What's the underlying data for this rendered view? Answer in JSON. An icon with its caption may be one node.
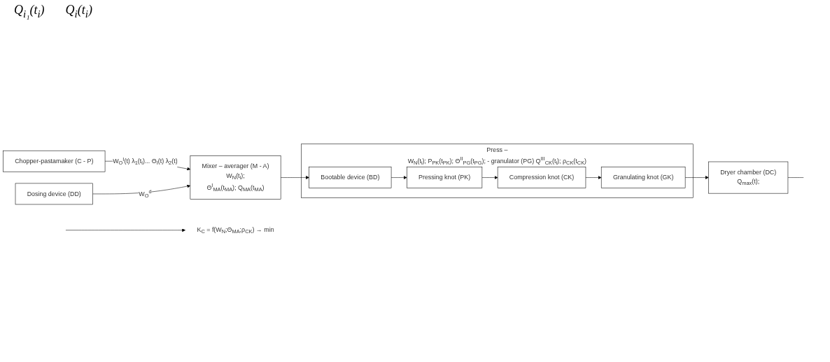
{
  "diagram": {
    "nodes": [
      {
        "text": [
          "Chopper-pastamaker (C - P)"
        ]
      },
      {
        "text": [
          "Dosing device (DD)"
        ]
      },
      {
        "text": [
          "Mixer – averager (M - A)",
          "W$_{N}$(t$_{i}$);",
          "Θ$^{I}$$_{MA}$(t$_{MA}$); Q$_{MA}$(t$_{MA}$)"
        ]
      },
      {
        "text": [
          "Press –",
          "W$_{N}$(t$_{i}$); P$_{PK}$(t$_{PK}$); Θ$^{II}$$_{PG}$(t$_{PG}$); - granulator (PG) Q$^{III}$$_{CK}$(t$_{i}$); ρ$_{CK}$(t$_{CK}$)"
        ]
      },
      {
        "text": [
          "Bootable device (BD)"
        ],
        "in": 3
      },
      {
        "text": [
          "Pressing knot (PK)"
        ],
        "in": 3
      },
      {
        "text": [
          "Compression knot (CK)"
        ],
        "in": 3
      },
      {
        "text": [
          "Granulating knot (GK)"
        ],
        "in": 3
      },
      {
        "text": [
          "Dryer chamber (DC)",
          "Q$_{max}$(t);"
        ]
      },
      {
        "text": [
          "K$_{C}$ = f(W$_{N}$;Θ$_{MA}$;ρ$_{CK}$) → min"
        ]
      }
    ],
    "edges": [
      {
        "from": 0,
        "to": 2,
        "arrow": "to",
        "label": "W$_{O}$$^{I}$(t) λ$_{1}$(t$_{i}$)... Θ$_{I}$(t) λ$_{2}$(t)"
      },
      {
        "from": 1,
        "to": 2,
        "arrow": "to",
        "label": "W$_{O}$$^{d}$"
      },
      {
        "from": 2,
        "to": 4,
        "arrow": "to"
      },
      {
        "from": 4,
        "to": 5,
        "arrow": "to"
      },
      {
        "from": 5,
        "to": 6,
        "arrow": "to"
      },
      {
        "from": 6,
        "to": 7,
        "arrow": "to"
      },
      {
        "from": 7,
        "to": 8,
        "arrow": "to"
      },
      {
        "from": 8,
        "to": null,
        "arrow": "none"
      },
      {
        "from": null,
        "to": 9,
        "arrow": "to"
      }
    ],
    "labels": [
      "Q$_{i₁}$(t$_{i}$)",
      "Q$_{i}$(t$_{i}$)"
    ]
  }
}
